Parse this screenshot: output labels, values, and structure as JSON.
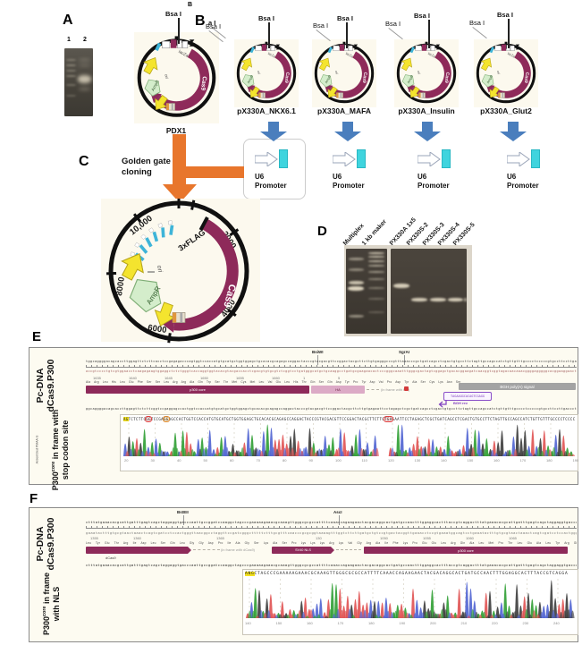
{
  "panel_letters": {
    "a": "A",
    "b": "B",
    "c": "C",
    "d": "D",
    "e": "E",
    "f": "F"
  },
  "panel_a": {
    "lane_numbers": [
      "1",
      "2"
    ]
  },
  "panel_b": {
    "fragment": "B",
    "plasmids": [
      {
        "name": "PDX1",
        "site_top": "Bsa I",
        "site_left": "a I"
      },
      {
        "name": "pX330A_NKX6.1",
        "site_top": "Bsa I",
        "site_left": "Bsa I"
      },
      {
        "name": "pX330A_MAFA",
        "site_top": "Bsa I",
        "site_left": "Bsa I"
      },
      {
        "name": "pX330A_Insulin",
        "site_top": "Bsa I",
        "site_left": "Bsa I"
      },
      {
        "name": "pX330A_Glut2",
        "site_top": "Bsa I",
        "site_left": "Bsa I"
      }
    ],
    "plasmid_feature_labels": {
      "cas9": "Cas9",
      "ampr": "AmpR",
      "lacz": "lacZa",
      "ori": "ori"
    },
    "u6_promoter": {
      "line1": "U6",
      "line2": "Promoter"
    }
  },
  "panel_c": {
    "cloning_line1": "Golden gate",
    "cloning_line2": "cloning",
    "tick_labels": [
      "10,000",
      "2000",
      "4000",
      "6000",
      "8000"
    ],
    "feature_labels": {
      "flag": "3xFLAG",
      "cas9": "Cas9",
      "ampr": "AmpR",
      "ori": "ori"
    }
  },
  "panel_d": {
    "lane_labels": [
      "Multiplex",
      "1 kb maker",
      "PX330A 1x5",
      "PX330S-2",
      "PX330S-3",
      "PX330S-4",
      "PX330S-5"
    ]
  },
  "panel_e": {
    "construct_line1": "Pc-DNA",
    "construct_line2": "dCas9.P300",
    "restriction_sites": [
      "BsiWI",
      "SgrAI"
    ],
    "sequence_top": "tggcaggggacagcaccttggagttctcttcacctccgagagacccagtggtccaccatgtgcatgctggtggagctgcacacgcagagccaggactacccgtacgacgttccggactacgcttcttgtgagggcccgtttaaacccgctgatcagcctcgactgtgccttctagttgccagccatctgttgtttgcccctcccccgtgccttccttgaccctggaaggtgccactcccactgtcctttccta",
    "sequence_assembled": "ggcaggggacagcaccttggagttctcttcggtccgaggagccactggtccaccatgtgcatgctggtggagctgcacacgcagagccaggactacccgtacgacgttccggactacgcttcttgtgagaattcctagagctcgctgatcagcctcgactgtgccttctagttgccagccatctgttgtttgcccctcccccgtgccttccttgaccctggaaggtgccactcccactgtcctttcctaataaaatgaggaaattgcatcgcattgtctgag",
    "ruler_positions": [
      "1635",
      "1640",
      "1645",
      "1650",
      "1655",
      "1660",
      "1",
      "5"
    ],
    "amino_acids": "Ala Arg Leu His Leu Glu Phe Ser Ser Leu Arg Arg Ala Gln Trp Ser Thr Met Cys Met Leu Val Glu Leu His Thr Gln Ser Gln Asp Tyr Pro Tyr Asp Val Pro Asp Tyr Ala Ser Cys Lys Asn Ser",
    "features": {
      "p300": "p300 core",
      "ha": "HA",
      "note": "(in frame with HA)",
      "bgh": "BGH poly(A) signal"
    },
    "primer": {
      "sequence": "TAGAAGGCACAGTCGAGG",
      "label": "BGH rev"
    },
    "chromatogram": {
      "label_pre": "P300",
      "label_sup": "core",
      "label_rest": " in frame with stop codon site",
      "side_note": "Assembled PMAA Is",
      "segments": [
        {
          "t": "AG",
          "hl": "yellow"
        },
        {
          "t": "TCTCTTC",
          "hl": ""
        },
        {
          "t": "GG",
          "hl": "redbox"
        },
        {
          "t": "TCCGA",
          "hl": ""
        },
        {
          "t": "GG",
          "hl": "orangebox"
        },
        {
          "t": "AGCCACTGGTCCACCATGTGCATGCTGGTGGAGCTGCACACGCAGAGCCAGGACTACCCGTACGACGTTCCGGACTACGCTTCTTG",
          "hl": ""
        },
        {
          "t": "TGA",
          "hl": "redbox"
        },
        {
          "t": "GAATTCCTAGAGCTCGCTGATCAGCCTCGACTGTGCCTTCTAGTTGCCAGCCATCTGTTGTTTGCCCCTCCCC",
          "hl": ""
        }
      ],
      "axis": [
        "20",
        "30",
        "40",
        "50",
        "60",
        "70",
        "80",
        "90",
        "100",
        "110",
        "120",
        "130",
        "140",
        "150",
        "160",
        "170",
        "180",
        "190"
      ]
    }
  },
  "panel_f": {
    "construct_line1": "Pc-DNA",
    "construct_line2": "dCas9.P300",
    "restriction_sites": [
      "BstEII",
      "AscI"
    ],
    "sequence_top": "ctttatgaaacacgcattgatttgagtcagctaggaggtgacccaattgccggatccaaggctagcccgaaaaagaaacgcaaagttgggcgcgccattttcaaaccagaagaactacgacaggcactgatgccaactttggaggcactttaccgtcagga",
    "ruler_positions": [
      "1355",
      "1360",
      "1365",
      "130",
      "1050",
      "1055",
      "1060",
      "1065"
    ],
    "amino_acids": "Leu Tyr Glu Thr Arg Ile Asp Leu Ser Gln Leu Gly Gly Asp Pro Ile Ala Gly Ser Lys Ala Ser Pro Lys Lys Lys Arg Lys Val Gly Arg Ala Ile Phe Lys Pro Glu Glu Leu Arg Gln Ala Leu Met Pro Thr Leu Glu Ala Leu Tyr Arg Gln",
    "features": {
      "dcas9": "dCas9",
      "note": "(in frame with dCas9)",
      "nls": "SV40 NLS",
      "p300": "p300 core"
    },
    "chromatogram": {
      "label_pre": "P300",
      "label_sup": "core",
      "label_rest": " in frame with NLS",
      "segments": [
        {
          "t": "ANG",
          "hl": "yellow"
        },
        {
          "t": "CTAGCCCGAAAAAGAAACGCAAAGTTGGGCGCGCCATTTTCAAACCAGAAGAACTACGACAGGCACTGATGCCAACTTTGGAGGCACTTTACCGTCAGGA",
          "hl": ""
        }
      ],
      "axis": [
        "140",
        "150",
        "160",
        "170",
        "180",
        "190",
        "200",
        "210",
        "220",
        "230",
        "240"
      ]
    }
  },
  "colors": {
    "maroon": "#8e2a5a",
    "pink": "#dcaac6",
    "gray_bar": "#a3a3a3",
    "purple": "#8a4fc8",
    "cyan_box": "#3fd4de",
    "blue_arrow": "#4a7ebd",
    "orange": "#e8762c",
    "yellow": "#f4e42e",
    "green": "#d4edcb",
    "teal": "#3eb4d8",
    "trace_green": "#2f9e33",
    "trace_red": "#e05252",
    "trace_blue": "#4f63d2",
    "trace_black": "#3c3c3c"
  }
}
